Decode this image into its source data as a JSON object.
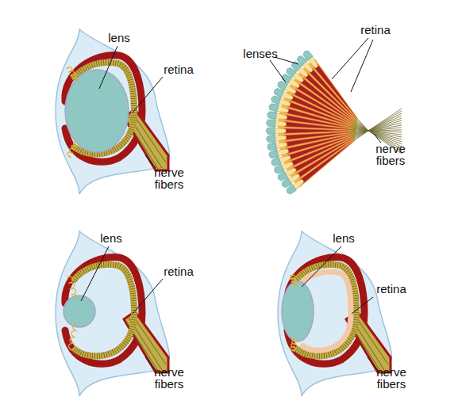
{
  "diagram": {
    "labels": [
      "lens",
      "retina",
      "nerve fibers",
      "lenses",
      "retina",
      "nerve fibers",
      "lens",
      "retina",
      "nerve fibers",
      "lens",
      "retina",
      "nerve fibers"
    ]
  }
}
